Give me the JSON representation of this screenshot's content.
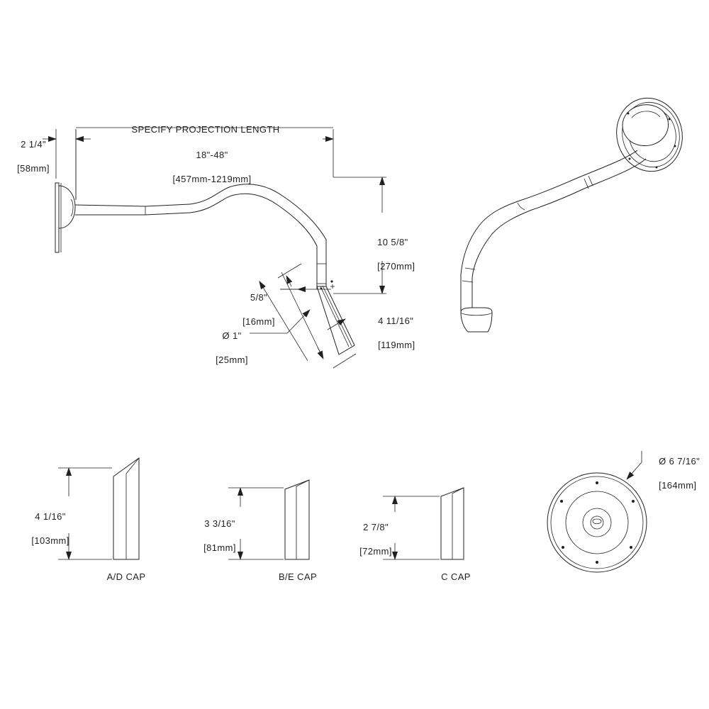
{
  "drawing": {
    "title": "Gooseneck wall-mount fixture dimensional drawing",
    "line_color": "#231f20",
    "background": "#ffffff"
  },
  "annotations": {
    "projection_note": "SPECIFY PROJECTION LENGTH",
    "projection_range_in": "18\"-48\"",
    "projection_range_mm": "[457mm-1219mm]",
    "backplate_depth_in": "2 1/4\"",
    "backplate_depth_mm": "[58mm]",
    "drop_height_in": "10 5/8\"",
    "drop_height_mm": "[270mm]",
    "socket_offset_in": "5/8\"",
    "socket_offset_mm": "[16mm]",
    "arm_diameter_in": "Ø 1\"",
    "arm_diameter_mm": "[25mm]",
    "stem_length_in": "4 11/16\"",
    "stem_length_mm": "[119mm]",
    "shade_diameter_in": "Ø 6 7/16\"",
    "shade_diameter_mm": "[164mm]"
  },
  "caps": [
    {
      "id": "ad-cap",
      "label": "A/D CAP",
      "height_in": "4 1/16\"",
      "height_mm": "[103mm]"
    },
    {
      "id": "be-cap",
      "label": "B/E CAP",
      "height_in": "3 3/16\"",
      "height_mm": "[81mm]"
    },
    {
      "id": "c-cap",
      "label": "C CAP",
      "height_in": "2 7/8\"",
      "height_mm": "[72mm]"
    }
  ]
}
